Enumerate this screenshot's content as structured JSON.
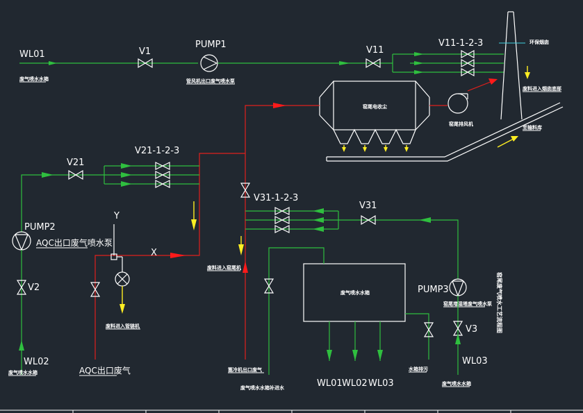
{
  "labels": {
    "wl01_in": "WL01",
    "wl01_in_cn": "废气喷水水箱",
    "v1": "V1",
    "pump1": "PUMP1",
    "pump1_cn": "管风机出口废气喷水泵",
    "v11": "V11",
    "v11_123": "V11-1-2-3",
    "stack_top_cn": "环保烟囱",
    "stack_in_cn": "废料进入烟囱底部",
    "dust_collector_cn": "窑尾电收尘",
    "fan_cn": "窑尾排风机",
    "conveyor_cn": "至输料库",
    "v21": "V21",
    "v21_123": "V21-1-2-3",
    "pump2": "PUMP2",
    "pump2_cn": "AQC出口废气喷水泵",
    "y": "Y",
    "x": "X",
    "v2": "V2",
    "wl02_in": "WL02",
    "wl02_in_cn": "废气喷水水箱",
    "raw_cn": "废料进入管链机",
    "aqc_out": "AQC出口废气",
    "v31_123": "V31-1-2-3",
    "v31": "V31",
    "tail_cn": "废料进入窑尾机",
    "tank_cn": "废气喷水水箱",
    "pump3": "PUMP3",
    "pump3_cn": "窑尾增湿塔废气喷水泵",
    "v3": "V3",
    "wl03_in": "WL03",
    "wl03_in_cn": "废气喷水水箱",
    "cooler_cn": "篦冷机出口废气",
    "tank_supply_cn": "废气喷水水箱补进水",
    "wl01_out": "WL01",
    "wl02_out": "WL02",
    "wl03_out": "WL03",
    "drain_cn": "水箱排污",
    "title_cn": "窑尾废气喷水工艺流程图"
  },
  "colors": {
    "background": "#212830",
    "water_line": "#2fbf3f",
    "gas_line": "#e0201c",
    "material_arrow": "#ffee22",
    "equipment": "#ffffff"
  }
}
